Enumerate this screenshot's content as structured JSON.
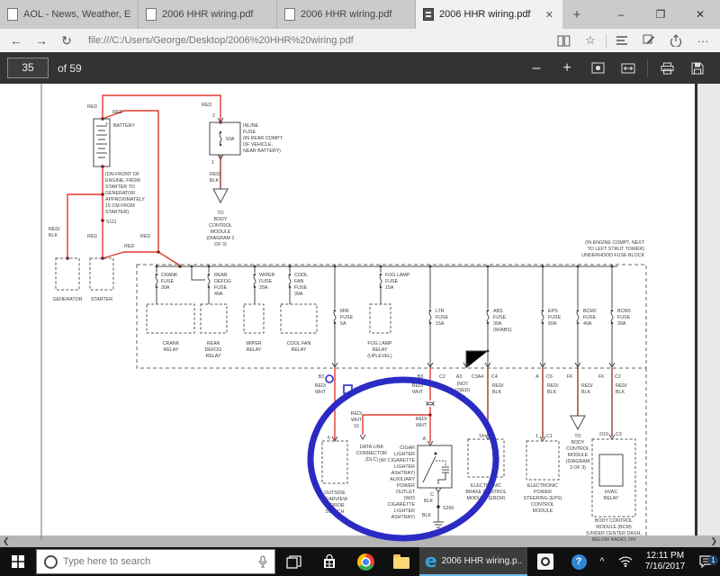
{
  "browser": {
    "tabs": [
      {
        "title": "AOL - News, Weather, Enter"
      },
      {
        "title": "2006 HHR wiring.pdf"
      },
      {
        "title": "2006 HHR wiring.pdf"
      },
      {
        "title": "2006 HHR wiring.pdf"
      }
    ],
    "close_glyph": "✕",
    "new_tab_glyph": "+",
    "minimize_glyph": "–",
    "maximize_glyph": "❐",
    "window_close_glyph": "✕",
    "back_glyph": "←",
    "forward_glyph": "→",
    "refresh_glyph": "↻",
    "url": "file:///C:/Users/George/Desktop/2006%20HHR%20wiring.pdf",
    "star_glyph": "☆",
    "more_glyph": "···"
  },
  "pdf_toolbar": {
    "page": "35",
    "of_pages": "of 59",
    "zoom_out": "–",
    "zoom_in": "+"
  },
  "scrollbar": {
    "left_arrow": "❮",
    "right_arrow": "❯"
  },
  "taskbar": {
    "search_placeholder": "Type here to search",
    "edge_button_label": "2006 HHR wiring.p...",
    "tray_expand_glyph": "^",
    "help_glyph": "?",
    "time": "12:11 PM",
    "date": "7/16/2017",
    "notification_badge": "1"
  },
  "colors": {
    "wire_red": "#e03a2e",
    "wire_dark_red": "#993a30",
    "annotation_blue": "#2b2bc4",
    "edge_blue": "#35a3dc"
  },
  "diagram": {
    "labels": {
      "red": "RED",
      "battery": "BATTERY",
      "pin2": "2",
      "pin1": "1",
      "amp50": "50A",
      "inline_fuse": "INLINE\nFUSE\n(IN REAR COMPT\nOF VEHICLE,\nNEAR BATTERY)",
      "red_blk": "RED/\nBLK",
      "to_bcm_2": "TO\nBODY\nCONTROL\nMODULE\n(DIAGRAM 2\nOF 3)",
      "engine_note": "(ON FRONT OF\nENGINE, FROM\nSTARTER TO\nGENERATOR\nAPPROXIMATELY\n15 CM FROM\nSTARTER)",
      "s111": "S111",
      "generator": "GENERATOR",
      "starter": "STARTER",
      "underhood": "(IN ENGINE COMPT, NEXT\nTO LEFT STRUT TOWER)\nUNDERHOOD FUSE BLOCK",
      "crank_fuse": "CRANK\nFUSE\n30A",
      "crank_relay": "CRANK\nRELAY",
      "rear_defog_fuse": "REAR\nDEFOG\nFUSE\n40A",
      "rear_defog_relay": "REAR\nDEFOG\nRELAY",
      "wiper_fuse": "WIPER\nFUSE\n25A",
      "wiper_relay": "WIPER\nRELAY",
      "cool_fan_fuse": "COOL\nFAN\nFUSE\n30A",
      "cool_fan_relay": "COOL FAN\nRELAY",
      "mir_fuse": "MIR\nFUSE\n5A",
      "fog_fuse": "FOG LAMP\nFUSE\n15A",
      "fog_relay": "FOG LAMP\nRELAY\n(UPLEVEL)",
      "ltr_fuse": "LTR\nFUSE\n15A",
      "abs_fuse": "ABS\nFUSE\n30A\n(W/ABS)",
      "eps_fuse": "EPS\nFUSE\n60A",
      "bcm2_fuse": "BCM2\nFUSE\n40A",
      "bcm3_fuse": "BCM3\nFUSE\n30A",
      "pin_b3": "B3",
      "pin_c2": "C2",
      "pin_a3": "A3",
      "pin_c3": "C3",
      "pin_a4": "A4",
      "pin_c4": "C4",
      "pin_a": "A",
      "pin_c6": "C6",
      "pin_f6": "F6",
      "pin_d10": "D10",
      "pin_c1": "C1",
      "pin_1": "1",
      "pin_14": "14",
      "pin_6": "6",
      "pin_c": "C",
      "not_used": "(NOT\nUSED)",
      "red_wht": "RED/\nWHT",
      "mirror_switch": "OUTSIDE\nREARVIEW\nMIRROR\nSWITCH",
      "dlc_wire": "RED/\nWHT\n16",
      "dlc": "DATA LINK\nCONNECTOR\n(DLC)",
      "cigar": "CIGAR\nLIGHTER\n(W/ CIGARETTE\nLIGHTER\nASHTRAY)\nAUXILIARY\nPOWER\nOUTLET\n(W/O\nCIGARETTE\nLIGHTER\nASHTRAY)",
      "blk": "BLK",
      "s260": "S260",
      "ebcm": "ELECTRONIC\nBRAKE CONTROL\nMODULE (EBCM)",
      "eps_module": "ELECTRONIC\nPOWER\nSTEERING (EPS)\nCONTROL\nMODULE",
      "to_bcm_3": "TO\nBODY\nCONTROL\nMODULE\n(DIAGRAM\n3 OF 3)",
      "hvac_relay": "HVAC\nRELAY",
      "bcm": "BODY CONTROL\nMODULE (BCM)\n(UNDER CENTER DASH,\nBELOW RADIO, ON"
    }
  }
}
